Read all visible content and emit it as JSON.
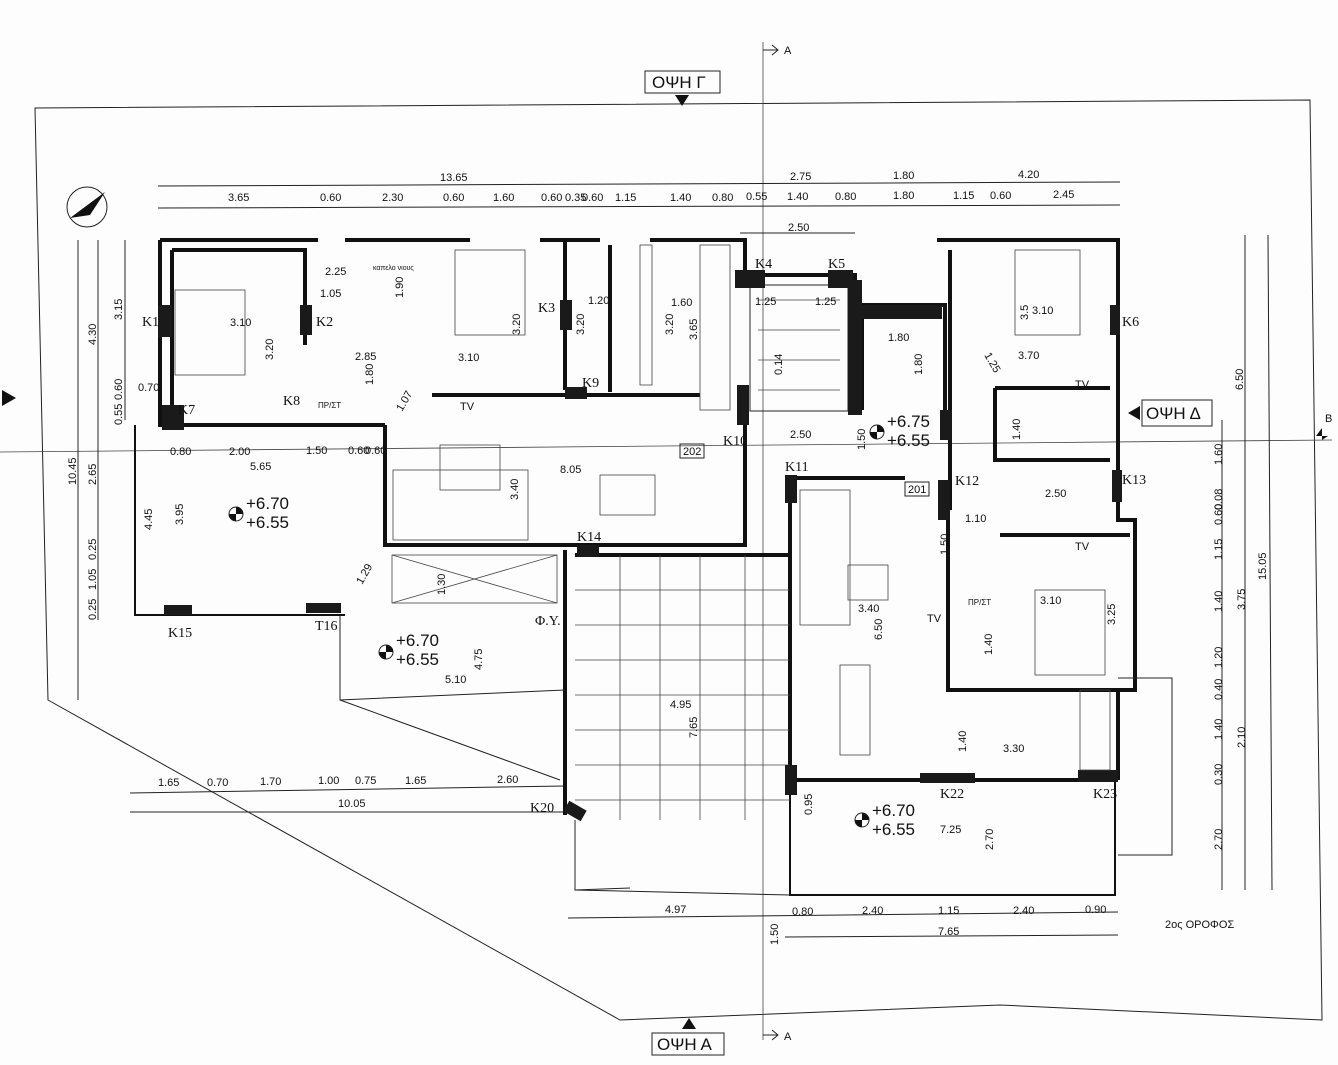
{
  "views": {
    "top": "ΟΨΗ Γ",
    "bottom": "ΟΨΗ Α",
    "right": "ΟΨΗ Δ"
  },
  "section_marks": {
    "a_top": "A",
    "a_bottom": "A",
    "b_right": "B"
  },
  "floor_label": "2ος ΟΡΟΦΟΣ",
  "openings": [
    "K1",
    "K2",
    "K3",
    "K4",
    "K5",
    "K6",
    "K7",
    "K8",
    "K9",
    "K10",
    "K11",
    "K12",
    "K13",
    "K14",
    "K15",
    "T16",
    "K20",
    "K22",
    "K23"
  ],
  "room_tags": {
    "tv1": "TV",
    "tv2": "TV",
    "tv3": "TV",
    "tv4": "TV",
    "shaft": "Φ.Υ.",
    "boiler1": "ΠΡ/ΣΤ",
    "boiler2": "ΠΡ/ΣΤ",
    "unit1": "202",
    "unit2": "201",
    "bath_note": "καπελο νιους"
  },
  "levels": [
    {
      "top": "+6.70",
      "bottom": "+6.55"
    },
    {
      "top": "+6.70",
      "bottom": "+6.55"
    },
    {
      "top": "+6.75",
      "bottom": "+6.55"
    },
    {
      "top": "+6.70",
      "bottom": "+6.55"
    }
  ],
  "dims": {
    "top_total": [
      "13.65",
      "2.75",
      "1.80",
      "4.20"
    ],
    "top_detail": [
      "3.65",
      "0.60",
      "2.30",
      "0.60",
      "1.60",
      "0.60",
      "0.35",
      "0.60",
      "1.15",
      "1.40",
      "0.80",
      "0.55",
      "1.40",
      "0.80",
      "1.80",
      "1.15",
      "0.60",
      "2.45"
    ],
    "stair_width": "2.50",
    "left_outer": [
      "4.30",
      "10.45",
      "2.65",
      "0.25",
      "1.05",
      "0.25"
    ],
    "left_inner": [
      "3.15",
      "0.60",
      "0.55",
      "0.70"
    ],
    "right_outer": [
      "6.50",
      "15.05"
    ],
    "right_chain": [
      "1.60",
      "0.08",
      "0.60",
      "1.15",
      "1.40",
      "1.20",
      "0.40",
      "1.40",
      "0.30",
      "2.70"
    ],
    "right_mid": [
      "3.75",
      "2.10"
    ],
    "bottom_left": [
      "1.65",
      "0.70",
      "1.70",
      "1.00",
      "0.75",
      "1.65",
      "10.05",
      "2.60"
    ],
    "bottom_right": [
      "4.97",
      "0.80",
      "2.40",
      "1.15",
      "2.40",
      "0.90",
      "7.65",
      "1.50"
    ],
    "interior": [
      "3.10",
      "3.20",
      "2.25",
      "1.90",
      "1.05",
      "2.85",
      "1.80",
      "3.10",
      "3.20",
      "3.20",
      "1.20",
      "1.60",
      "3.20",
      "3.65",
      "1.07",
      "1.25",
      "1.25",
      "0.14",
      "1.80",
      "1.80",
      "2.50",
      "1.50",
      "3.10",
      "3.5",
      "3.70",
      "1.25",
      "1.40",
      "2.50",
      "1.10",
      "1.50",
      "3.10",
      "3.25",
      "1.40",
      "3.40",
      "6.50",
      "3.30",
      "1.40",
      "7.25",
      "2.70",
      "0.80",
      "2.00",
      "1.50",
      "0.60",
      "0.60",
      "5.65",
      "8.05",
      "3.40",
      "4.45",
      "3.95",
      "1.29",
      "1.30",
      "4.75",
      "5.10",
      "4.95",
      "7.65",
      "0.95"
    ]
  }
}
